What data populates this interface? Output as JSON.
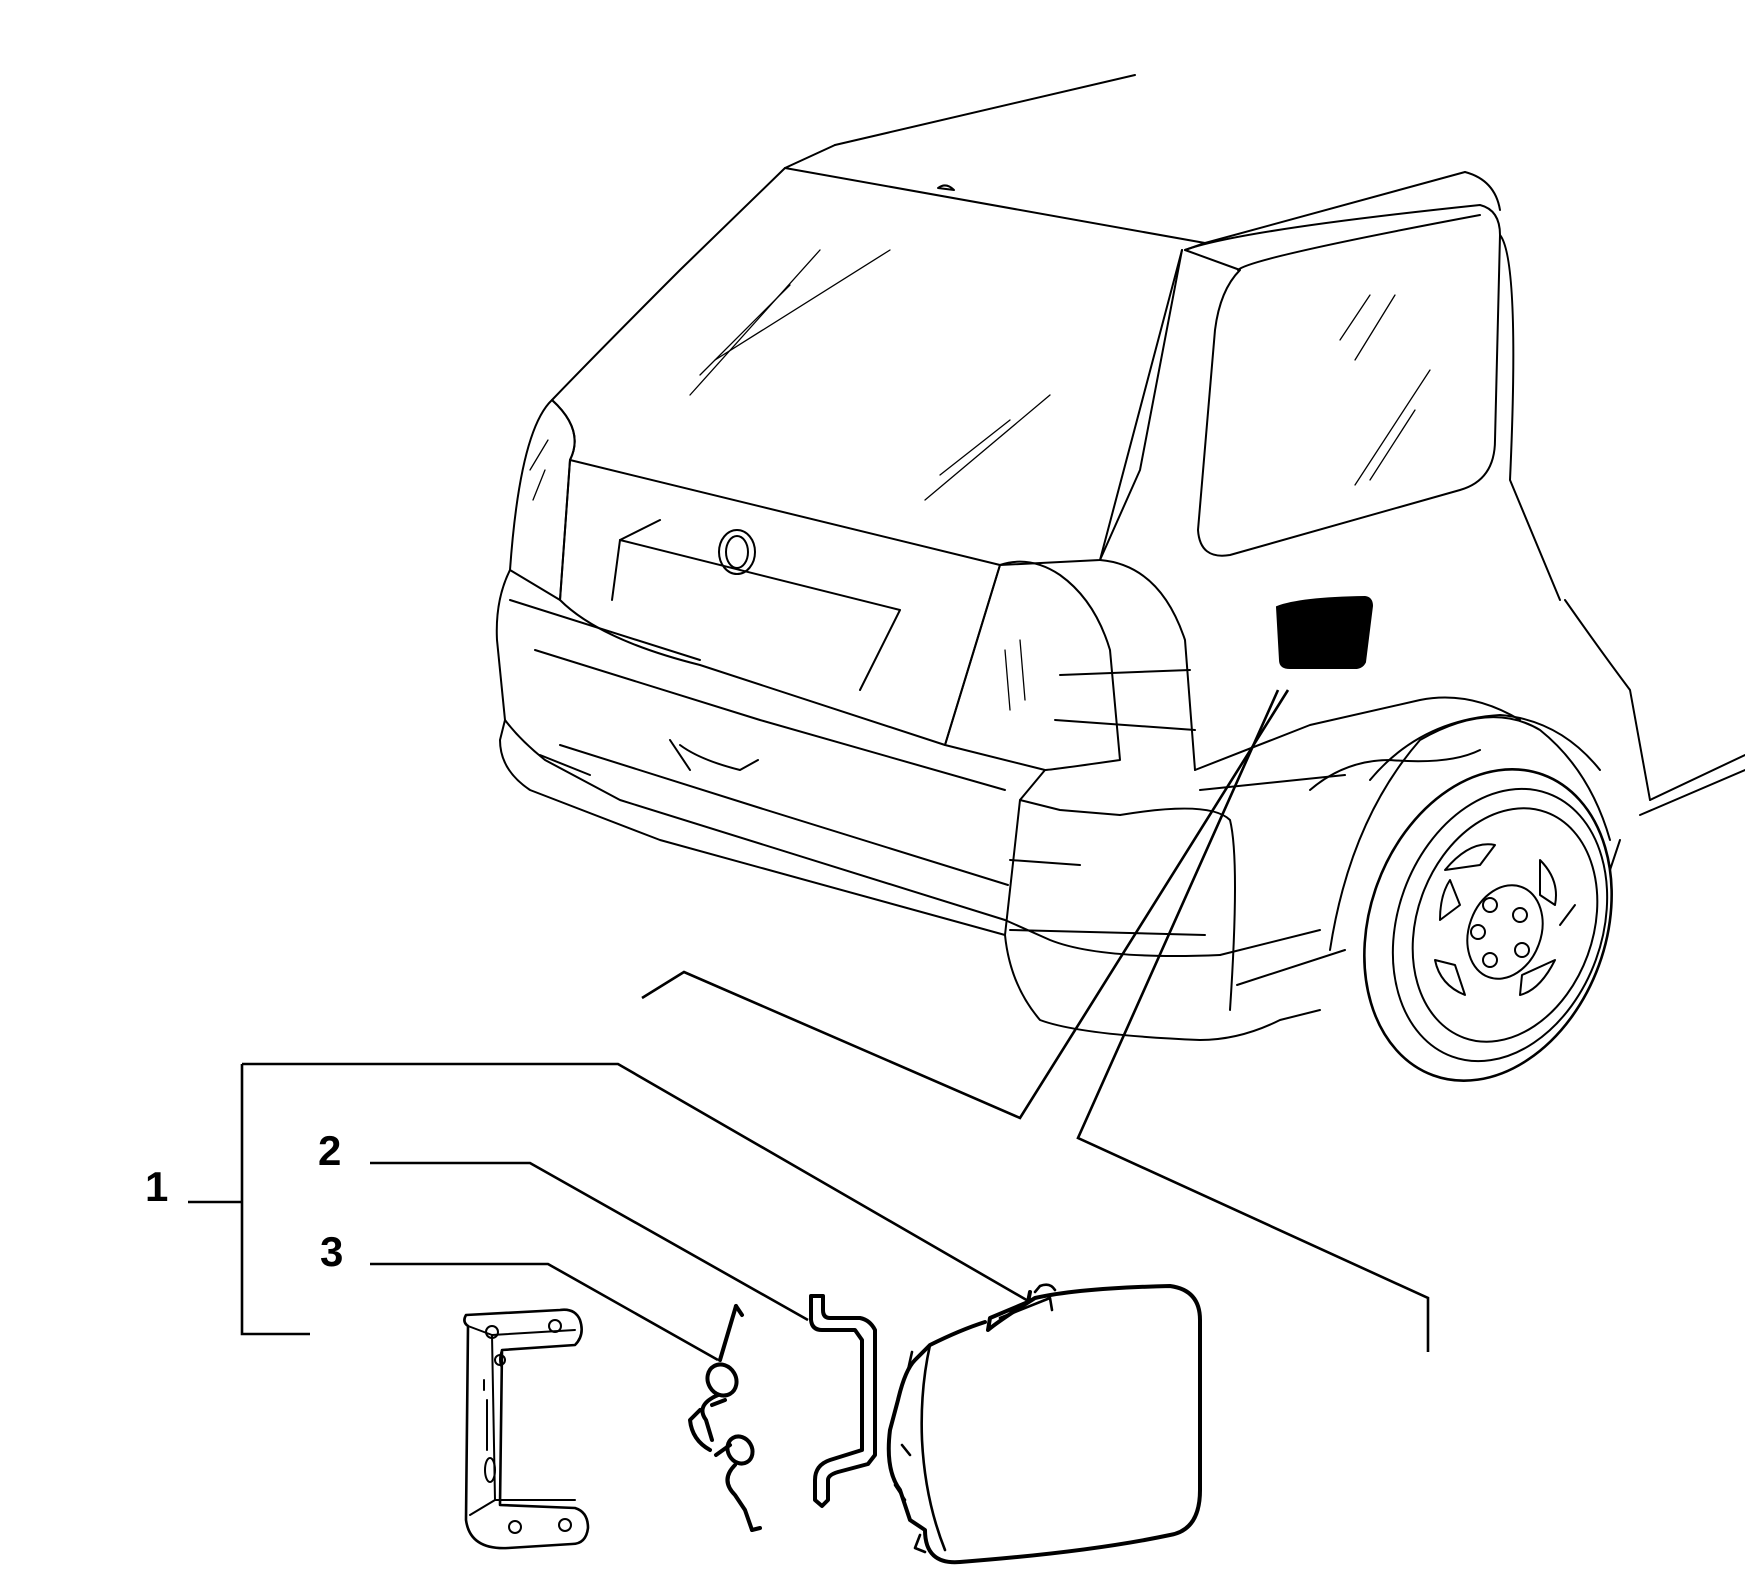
{
  "callouts": [
    {
      "number": "1"
    },
    {
      "number": "2"
    },
    {
      "number": "3"
    }
  ],
  "colors": {
    "line": "#000000",
    "background": "#ffffff",
    "fuel_flap_highlight": "#000000"
  }
}
